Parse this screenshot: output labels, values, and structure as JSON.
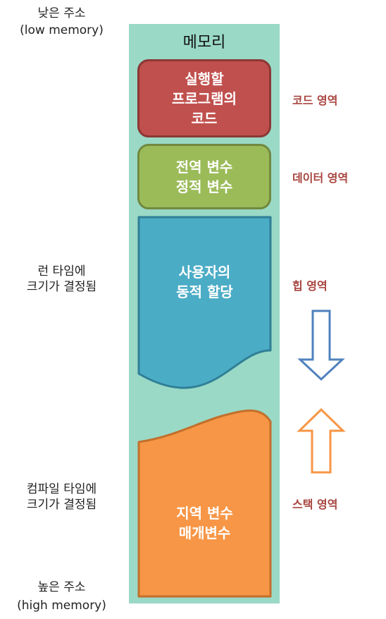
{
  "labels": {
    "low_address": "낮은 주소",
    "low_memory": "(low memory)",
    "high_address": "높은 주소",
    "high_memory": "(high memory)",
    "runtime_size": "런 타임에\n크기가 결정됨",
    "compile_size": "컴파일 타임에\n크기가 결정됨"
  },
  "memory": {
    "title": "메모리",
    "segments": [
      {
        "name": "code",
        "content": "실행할\n프로그램의\n코드",
        "region": "코드 영역",
        "color": "#c0504d"
      },
      {
        "name": "data",
        "content": "전역 변수\n정적 변수",
        "region": "데이터 영역",
        "color": "#9bbb59"
      },
      {
        "name": "heap",
        "content": "사용자의\n동적 할당",
        "region": "힙 영역",
        "color": "#4bacc6"
      },
      {
        "name": "stack",
        "content": "지역 변수\n매개변수",
        "region": "스택 영역",
        "color": "#f79646"
      }
    ]
  },
  "colors": {
    "memory_bg": "#9ad9c6",
    "region_label": "#a8453f",
    "heap_arrow": "#4f81bd",
    "stack_arrow": "#f79646"
  },
  "icons": {
    "heap_arrow": "arrow-down",
    "stack_arrow": "arrow-up"
  }
}
